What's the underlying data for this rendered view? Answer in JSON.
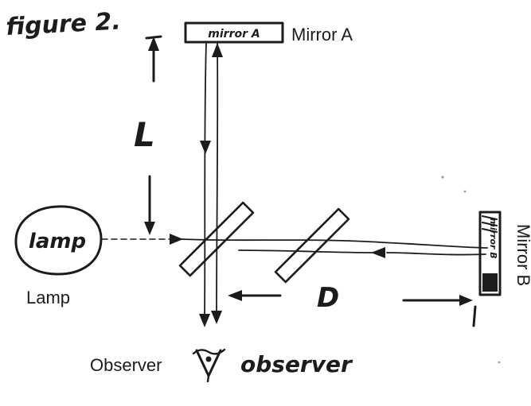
{
  "figure": {
    "caption": "figure 2."
  },
  "mirror_a": {
    "box_label": "mirror A",
    "label": "Mirror A"
  },
  "lamp": {
    "inner_label": "lamp",
    "label": "Lamp"
  },
  "arms": {
    "length_label": "L",
    "distance_label": "D"
  },
  "mirror_b": {
    "box_label": "mirror B",
    "label": "Mirror B"
  },
  "observer": {
    "typed_label": "Observer",
    "hand_label": "observer"
  },
  "colors": {
    "ink": "#1c1c1c",
    "background": "#ffffff"
  }
}
